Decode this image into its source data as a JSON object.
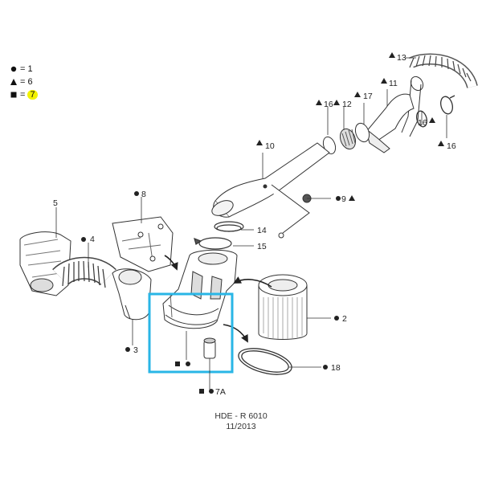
{
  "legend": [
    {
      "symbol": "circle",
      "value": "1"
    },
    {
      "symbol": "triangle",
      "value": "6"
    },
    {
      "symbol": "square",
      "value": "7",
      "highlighted": true
    }
  ],
  "labels": {
    "l2": "2",
    "l3": "3",
    "l4": "4",
    "l5": "5",
    "l7a": "7A",
    "l8": "8",
    "l9": "9",
    "l10": "10",
    "l11": "11",
    "l12": "12",
    "l13": "13",
    "l14": "14",
    "l15": "15",
    "l16a": "16",
    "l16b": "16",
    "l16c": "16",
    "l17": "17",
    "l18": "18"
  },
  "footer": {
    "code": "HDE - R 6010",
    "date": "11/2013"
  },
  "colors": {
    "highlight_box": "#29b6e6",
    "legend_highlight": "#f2f200"
  }
}
